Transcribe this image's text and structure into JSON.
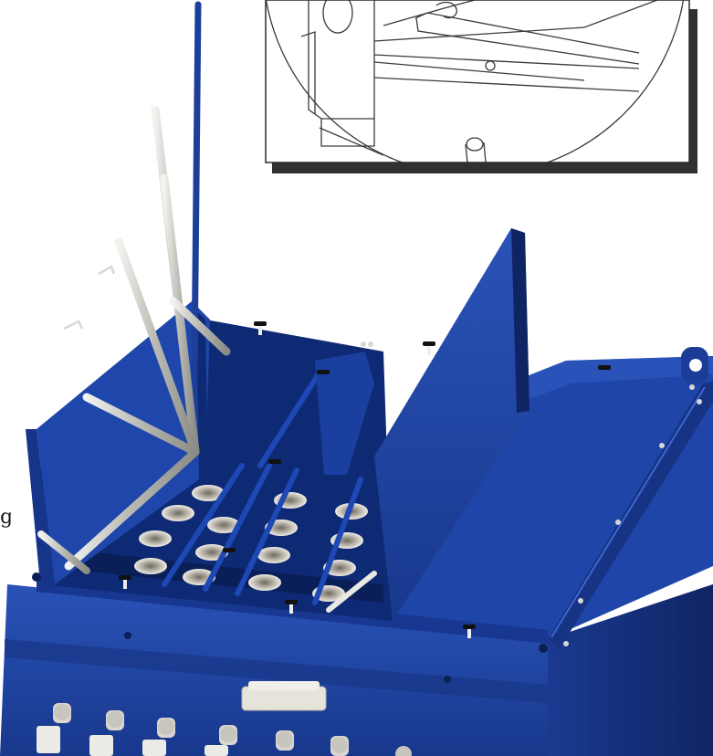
{
  "figure": {
    "description_visible_text": "g",
    "colors": {
      "enclosure_blue": "#1c3f9a",
      "enclosure_blue_dark": "#0f2563",
      "enclosure_blue_light": "#2f58c0",
      "rod_silver": "#c9c9c4",
      "inset_line": "#3a3a3a",
      "inset_shadow": "#1b1b1b"
    },
    "icons": [
      "detail-inset-magnifier",
      "lifting-eye",
      "wing-knob",
      "cable-gland",
      "filter-cup"
    ]
  }
}
